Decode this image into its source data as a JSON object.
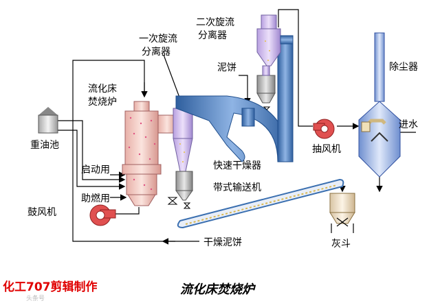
{
  "labels": {
    "fluidized_bed": [
      "流化床",
      "焚烧炉"
    ],
    "primary_separator": [
      "一次旋流",
      "分离器"
    ],
    "secondary_separator": [
      "二次旋流",
      "分离器"
    ],
    "mud_cake": "泥饼",
    "dust_remover": "除尘器",
    "heavy_oil_tank": "重油池",
    "startup": "启动用",
    "combustion_aid": "助燃用",
    "blower": "鼓风机",
    "fast_dryer": "快速干燥器",
    "belt_conveyor": "带式输送机",
    "dry_mud_cake": "干燥泥饼",
    "exhaust_fan": "抽风机",
    "water_in": "进水",
    "ash_hopper": "灰斗"
  },
  "footer": {
    "left": "化工707剪辑制作",
    "right": "流化床焚烧炉",
    "watermark": "头条号"
  },
  "colors": {
    "pipe": "#3a6fb0",
    "pipe_dark": "#1f4e8c",
    "furnace": "#f0c8c0",
    "cyclone": "#c8b4e8",
    "dust": "#a8b8e0",
    "hopper": "#f0e0c8",
    "fan": "#e05050",
    "footer_red": "#e00000"
  }
}
